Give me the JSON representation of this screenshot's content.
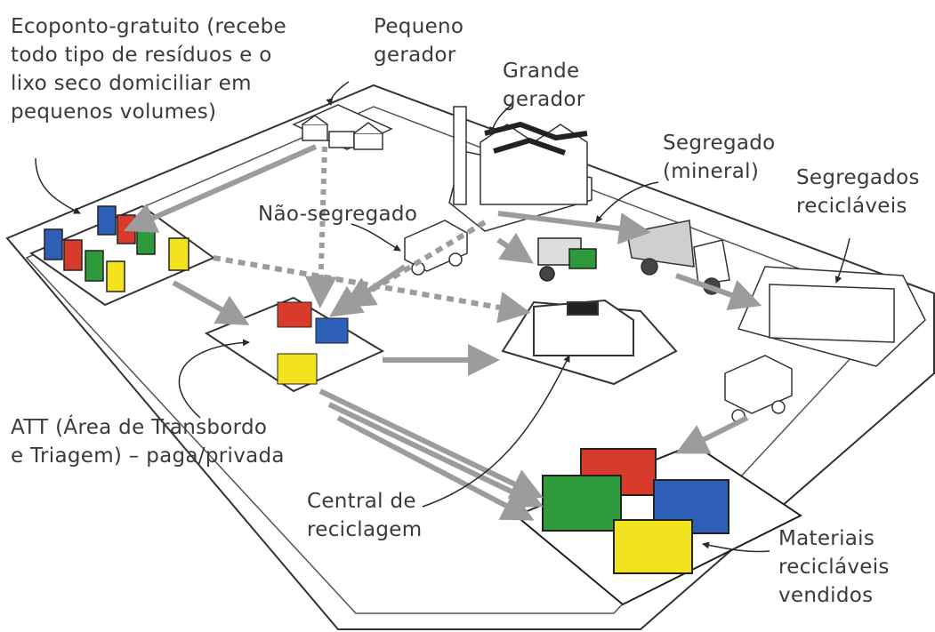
{
  "labels": {
    "ecoponto": [
      "Ecoponto-gratuito (recebe",
      "todo tipo de resíduos e o",
      "lixo seco domiciliar em",
      "pequenos volumes)"
    ],
    "pequeno_gerador": [
      "Pequeno",
      "gerador"
    ],
    "grande_gerador": [
      "Grande",
      "gerador"
    ],
    "segregado_mineral": [
      "Segregado",
      "(mineral)"
    ],
    "segregados_reciclaveis": [
      "Segregados",
      "recicláveis"
    ],
    "nao_segregado": [
      "Não-segregado"
    ],
    "att": [
      "ATT (Área de Transbordo",
      "e Triagem) – paga/privada"
    ],
    "central": [
      "Central de",
      "reciclagem"
    ],
    "materiais": [
      "Materiais",
      "recicláveis",
      "vendidos"
    ]
  },
  "colors": {
    "blue": "#2c5fb5",
    "red": "#d83a2c",
    "green": "#2f9a3c",
    "yellow": "#f2e21e",
    "arrow": "#9c9c9c",
    "line": "#2a2a2a"
  }
}
